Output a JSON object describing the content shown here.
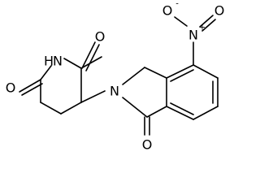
{
  "molecule": {
    "atoms": {
      "O_top": "O",
      "NH": "N",
      "H_on_N": "H",
      "O_left": "O",
      "N_ring": "N",
      "N_nitro": "N",
      "N_nitro_charge": "+",
      "O_nitro_left": "O",
      "O_nitro_right": "O",
      "O_nitro_charge": "-",
      "O_bottom": "O"
    }
  }
}
